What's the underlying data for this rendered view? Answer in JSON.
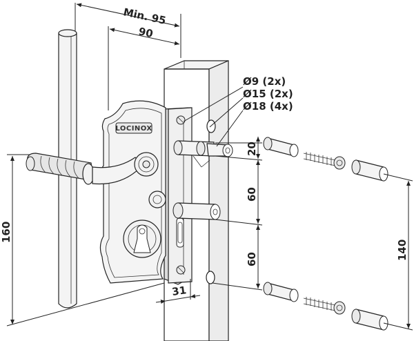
{
  "dimensions": {
    "min_width": "Min. 95",
    "width_90": "90",
    "height_160": "160",
    "height_140": "140",
    "spacing_20": "20",
    "spacing_60_top": "60",
    "spacing_60_bottom": "60",
    "depth_31": "31"
  },
  "holes": {
    "d9": "Ø9 (2x)",
    "d15": "Ø15 (2x)",
    "d18": "Ø18 (4x)"
  },
  "brand": {
    "logo_text": "LOCINOX"
  }
}
